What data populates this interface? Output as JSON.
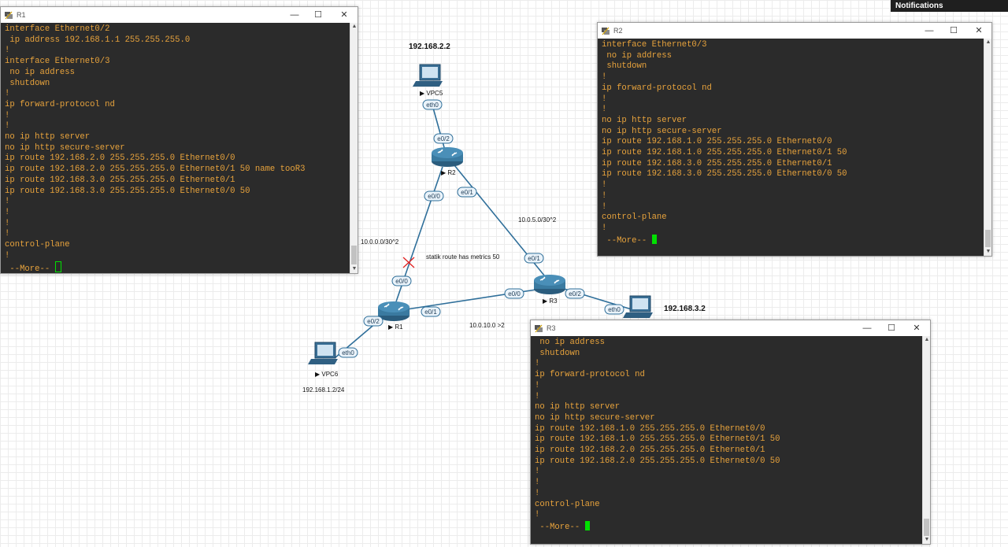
{
  "notifications": {
    "label": "Notifications"
  },
  "colors": {
    "terminal_bg": "#2b2b2b",
    "terminal_text": "#e8a33c",
    "cursor": "#00e000",
    "link": "#2f6f9a"
  },
  "r1": {
    "title": "R1",
    "lines": [
      "interface Ethernet0/2",
      " ip address 192.168.1.1 255.255.255.0",
      "!",
      "interface Ethernet0/3",
      " no ip address",
      " shutdown",
      "!",
      "ip forward-protocol nd",
      "!",
      "!",
      "no ip http server",
      "no ip http secure-server",
      "ip route 192.168.2.0 255.255.255.0 Ethernet0/0",
      "ip route 192.168.2.0 255.255.255.0 Ethernet0/1 50 name tooR3",
      "ip route 192.168.3.0 255.255.255.0 Ethernet0/1",
      "ip route 192.168.3.0 255.255.255.0 Ethernet0/0 50",
      "!",
      "!",
      "!",
      "!",
      "control-plane",
      "!"
    ],
    "more": " --More-- "
  },
  "r2": {
    "title": "R2",
    "lines": [
      "interface Ethernet0/3",
      " no ip address",
      " shutdown",
      "!",
      "ip forward-protocol nd",
      "!",
      "!",
      "no ip http server",
      "no ip http secure-server",
      "ip route 192.168.1.0 255.255.255.0 Ethernet0/0",
      "ip route 192.168.1.0 255.255.255.0 Ethernet0/1 50",
      "ip route 192.168.3.0 255.255.255.0 Ethernet0/1",
      "ip route 192.168.3.0 255.255.255.0 Ethernet0/0 50",
      "!",
      "!",
      "!",
      "control-plane",
      "!"
    ],
    "more": " --More-- "
  },
  "r3": {
    "title": "R3",
    "lines": [
      " no ip address",
      " shutdown",
      "!",
      "ip forward-protocol nd",
      "!",
      "!",
      "no ip http server",
      "no ip http secure-server",
      "ip route 192.168.1.0 255.255.255.0 Ethernet0/0",
      "ip route 192.168.1.0 255.255.255.0 Ethernet0/1 50",
      "ip route 192.168.2.0 255.255.255.0 Ethernet0/1",
      "ip route 192.168.2.0 255.255.255.0 Ethernet0/0 50",
      "!",
      "!",
      "!",
      "control-plane",
      "!"
    ],
    "more": " --More-- "
  },
  "topology": {
    "vpc5": {
      "name": "VPC5",
      "ip": "192.168.2.2",
      "port": "eth0"
    },
    "vpc6": {
      "name": "VPC6",
      "ip": "192.168.1.2/24",
      "port": "eth0"
    },
    "pc3": {
      "ip": "192.168.3.2",
      "port": "eth0"
    },
    "r1": {
      "name": "R1",
      "ports": [
        "e0/0",
        "e0/1",
        "e0/2"
      ]
    },
    "r2": {
      "name": "R2",
      "ports": [
        "e0/2",
        "e0/0",
        "e0/1"
      ]
    },
    "r3": {
      "name": "R3",
      "ports": [
        "e0/1",
        "e0/0",
        "e0/2"
      ]
    },
    "subnets": {
      "r1_r2": "10.0.0.0/30^2",
      "r2_r3": "10.0.5.0/30^2",
      "r1_r3": "10.0.10.0 >2"
    },
    "note": "statik route has metrics 50"
  }
}
